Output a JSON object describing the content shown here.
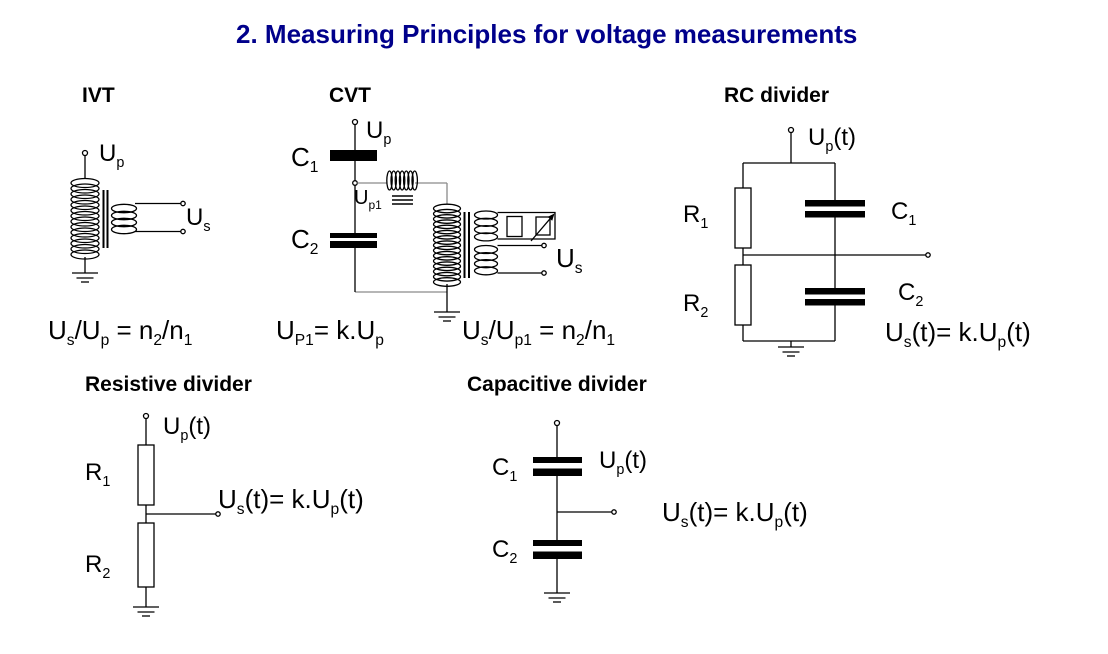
{
  "title": {
    "text": "2. Measuring Principles for voltage measurements",
    "color": "#00008B"
  },
  "colors": {
    "wire": "#000000",
    "wire_gray": "#8a8a8a",
    "background": "#ffffff"
  },
  "sections": {
    "ivt": {
      "heading": "IVT",
      "label_up": [
        {
          "t": "U"
        },
        {
          "t": "p",
          "sub": true
        }
      ],
      "label_us": [
        {
          "t": "U"
        },
        {
          "t": "s",
          "sub": true
        }
      ],
      "formula": [
        {
          "t": "U"
        },
        {
          "t": "s",
          "sub": true
        },
        {
          "t": "/U"
        },
        {
          "t": "p",
          "sub": true
        },
        {
          "t": " = n"
        },
        {
          "t": "2",
          "sub": true
        },
        {
          "t": "/n"
        },
        {
          "t": "1",
          "sub": true
        }
      ]
    },
    "cvt": {
      "heading": "CVT",
      "label_up": [
        {
          "t": "U"
        },
        {
          "t": "p",
          "sub": true
        }
      ],
      "label_c1": [
        {
          "t": "C"
        },
        {
          "t": "1",
          "sub": true
        }
      ],
      "label_up1": [
        {
          "t": "U"
        },
        {
          "t": "p1",
          "sub": true
        }
      ],
      "label_c2": [
        {
          "t": "C"
        },
        {
          "t": "2",
          "sub": true
        }
      ],
      "label_us": [
        {
          "t": "U"
        },
        {
          "t": "s",
          "sub": true
        }
      ],
      "formula_up1": [
        {
          "t": "U"
        },
        {
          "t": "P1",
          "sub": true
        },
        {
          "t": "= k.U"
        },
        {
          "t": "p",
          "sub": true
        }
      ],
      "formula_ratio": [
        {
          "t": "U"
        },
        {
          "t": "s",
          "sub": true
        },
        {
          "t": "/U"
        },
        {
          "t": "p1",
          "sub": true
        },
        {
          "t": " = n"
        },
        {
          "t": "2",
          "sub": true
        },
        {
          "t": "/n"
        },
        {
          "t": "1",
          "sub": true
        }
      ]
    },
    "rc": {
      "heading": "RC divider",
      "label_up_t": [
        {
          "t": "U"
        },
        {
          "t": "p",
          "sub": true
        },
        {
          "t": "(t)"
        }
      ],
      "label_r1": [
        {
          "t": "R"
        },
        {
          "t": "1",
          "sub": true
        }
      ],
      "label_r2": [
        {
          "t": "R"
        },
        {
          "t": "2",
          "sub": true
        }
      ],
      "label_c1": [
        {
          "t": "C"
        },
        {
          "t": "1",
          "sub": true
        }
      ],
      "label_c2": [
        {
          "t": "C"
        },
        {
          "t": "2",
          "sub": true
        }
      ],
      "formula": [
        {
          "t": "U"
        },
        {
          "t": "s",
          "sub": true
        },
        {
          "t": "(t)= k.U"
        },
        {
          "t": "p",
          "sub": true
        },
        {
          "t": "(t)"
        }
      ]
    },
    "resistive": {
      "heading": "Resistive divider",
      "label_up_t": [
        {
          "t": "U"
        },
        {
          "t": "p",
          "sub": true
        },
        {
          "t": "(t)"
        }
      ],
      "label_r1": [
        {
          "t": "R"
        },
        {
          "t": "1",
          "sub": true
        }
      ],
      "label_r2": [
        {
          "t": "R"
        },
        {
          "t": "2",
          "sub": true
        }
      ],
      "formula": [
        {
          "t": "U"
        },
        {
          "t": "s",
          "sub": true
        },
        {
          "t": "(t)= k.U"
        },
        {
          "t": "p",
          "sub": true
        },
        {
          "t": "(t)"
        }
      ]
    },
    "capacitive": {
      "heading": "Capacitive divider",
      "label_c1": [
        {
          "t": "C"
        },
        {
          "t": "1",
          "sub": true
        }
      ],
      "label_c2": [
        {
          "t": "C"
        },
        {
          "t": "2",
          "sub": true
        }
      ],
      "label_up_t": [
        {
          "t": "U"
        },
        {
          "t": "p",
          "sub": true
        },
        {
          "t": "(t)"
        }
      ],
      "formula": [
        {
          "t": "U"
        },
        {
          "t": "s",
          "sub": true
        },
        {
          "t": "(t)= k.U"
        },
        {
          "t": "p",
          "sub": true
        },
        {
          "t": "(t)"
        }
      ]
    }
  }
}
